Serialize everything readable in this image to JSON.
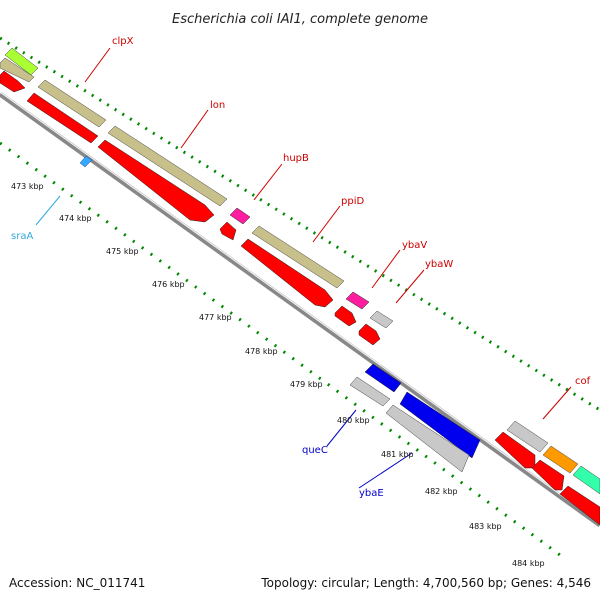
{
  "title": "Escherichia coli IAI1, complete genome",
  "footer": {
    "accession": "Accession: NC_011741",
    "summary": "Topology: circular; Length: 4,700,560 bp; Genes: 4,546"
  },
  "colors": {
    "cds": "#ff0000",
    "trna": "#ff1ea0",
    "rrna": "#0000ee",
    "other": "#c8c8c8",
    "ncrna": "#33aaff",
    "khaki": "#c8c08a",
    "lime": "#aaff33",
    "orange": "#ff9900",
    "mint": "#33ffaa",
    "backbone": "#888888",
    "ticks": "#008800"
  },
  "scale_labels": [
    "473 kbp",
    "474 kbp",
    "475 kbp",
    "476 kbp",
    "477 kbp",
    "478 kbp",
    "479 kbp",
    "480 kbp",
    "481 kbp",
    "482 kbp",
    "483 kbp",
    "484 kbp"
  ],
  "gene_labels": [
    {
      "text": "clpX",
      "color": "#cc0000"
    },
    {
      "text": "lon",
      "color": "#cc0000"
    },
    {
      "text": "hupB",
      "color": "#cc0000"
    },
    {
      "text": "ppiD",
      "color": "#cc0000"
    },
    {
      "text": "ybaV",
      "color": "#cc0000"
    },
    {
      "text": "ybaW",
      "color": "#cc0000"
    },
    {
      "text": "cof",
      "color": "#cc0000"
    },
    {
      "text": "sraA",
      "color": "#33aadd"
    },
    {
      "text": "queC",
      "color": "#0000cc"
    },
    {
      "text": "ybaE",
      "color": "#0000cc"
    }
  ]
}
